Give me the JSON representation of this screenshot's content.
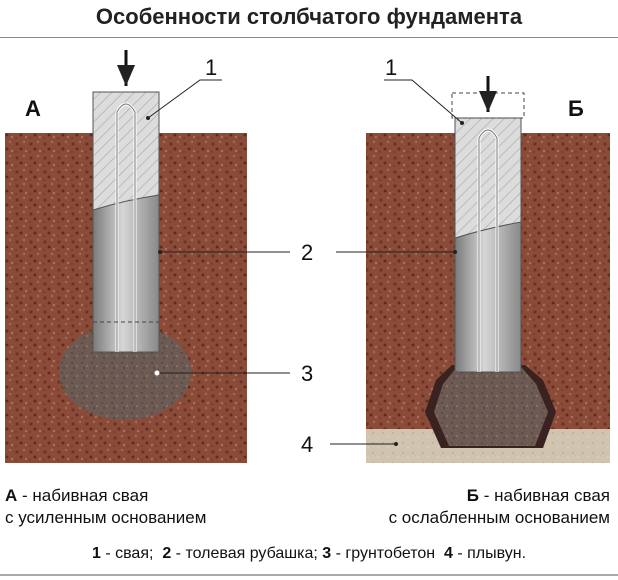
{
  "title": "Особенности столбчатого фундамента",
  "variants": {
    "a": {
      "letter": "А",
      "line1": "набивная свая",
      "line2": "с усиленным основанием"
    },
    "b": {
      "letter": "Б",
      "line1": "набивная свая",
      "line2": "с ослабленным основанием"
    }
  },
  "callouts": {
    "n1a": "1",
    "n1b": "1",
    "n2": "2",
    "n3": "3",
    "n4": "4"
  },
  "legend": [
    {
      "num": "1",
      "text": "свая;"
    },
    {
      "num": "2",
      "text": "толевая рубашка;"
    },
    {
      "num": "3",
      "text": "грунтобетон"
    },
    {
      "num": "4",
      "text": "плывун."
    }
  ],
  "colors": {
    "soil": "#8a4a38",
    "pile_grey": "#b8b8b8",
    "hatch": "#d9d9d9",
    "groundconcrete": "#6e5a52",
    "quicksand": "#cfc2ae",
    "roofing": "#3a2220"
  }
}
